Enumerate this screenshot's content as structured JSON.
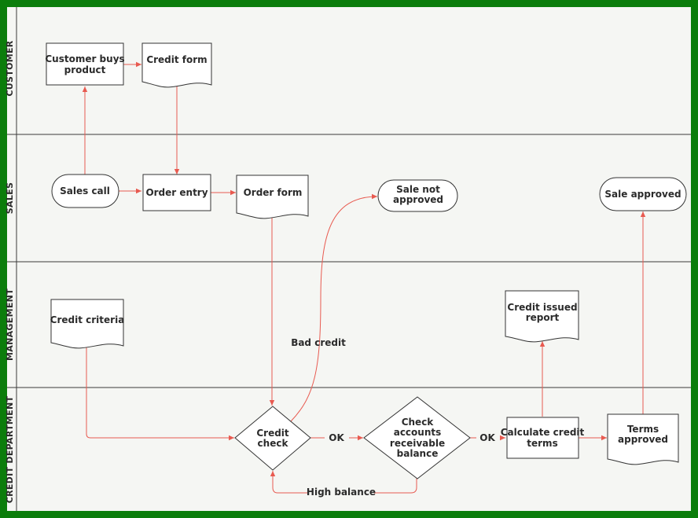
{
  "lanes": {
    "customer": "CUSTOMER",
    "sales": "SALES",
    "management": "MANAGEMENT",
    "credit": "CREDIT DEPARTMENT"
  },
  "nodes": {
    "customer_buys": [
      "Customer buys",
      "product"
    ],
    "credit_form": [
      "Credit form"
    ],
    "sales_call": [
      "Sales call"
    ],
    "order_entry": [
      "Order entry"
    ],
    "order_form": [
      "Order form"
    ],
    "sale_not_approved": [
      "Sale not",
      "approved"
    ],
    "sale_approved": [
      "Sale approved"
    ],
    "credit_criteria": [
      "Credit criteria"
    ],
    "credit_issued": [
      "Credit issued",
      "report"
    ],
    "credit_check": [
      "Credit",
      "check"
    ],
    "check_ar": [
      "Check",
      "accounts",
      "receivable",
      "balance"
    ],
    "calc_terms": [
      "Calculate credit",
      "terms"
    ],
    "terms_approved": [
      "Terms",
      "approved"
    ]
  },
  "edge_labels": {
    "bad_credit": "Bad credit",
    "ok1": "OK",
    "ok2": "OK",
    "high_balance": "High balance"
  },
  "colors": {
    "edge": "#e85a50",
    "border": "#0b7d0b",
    "background": "#f5f6f3"
  }
}
